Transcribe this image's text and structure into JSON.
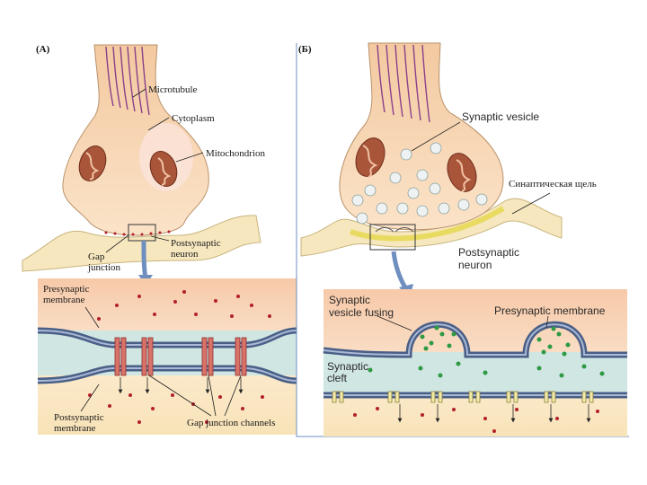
{
  "panel_a": {
    "letter": "(A)",
    "labels": {
      "microtubule": "Microtubule",
      "cytoplasm": "Cytoplasm",
      "mitochondrion": "Mitochondrion",
      "postsynaptic_neuron_1": "Postsynaptic",
      "postsynaptic_neuron_2": "neuron",
      "gap_junction_1": "Gap",
      "gap_junction_2": "junction",
      "presynaptic_membrane_1": "Presynaptic",
      "presynaptic_membrane_2": "membrane",
      "postsynaptic_membrane_1": "Postsynaptic",
      "postsynaptic_membrane_2": "membrane",
      "gap_junction_channels": "Gap junction channels"
    }
  },
  "panel_b": {
    "letter": "(Б)",
    "labels": {
      "synaptic_vesicle": "Synaptic vesicle",
      "synaptic_cleft_ru": "Синаптическая щель",
      "postsynaptic_neuron_1": "Postsynaptic",
      "postsynaptic_neuron_2": "neuron",
      "synaptic_vesicle_fusing_1": "Synaptic",
      "synaptic_vesicle_fusing_2": "vesicle fusing",
      "presynaptic_membrane": "Presynaptic membrane",
      "synaptic_cleft_1": "Synaptic",
      "synaptic_cleft_2": "cleft"
    }
  },
  "colors": {
    "cytoplasm": "#f6d3b0",
    "axon": "#f0c9a2",
    "postsynaptic": "#f7ecc6",
    "membrane": "#4a5f86",
    "cleft": "#cfe6e3",
    "ion": "#b3202a",
    "vesicle_dot": "#2e9a44",
    "arrow": "#6f8fc0"
  }
}
